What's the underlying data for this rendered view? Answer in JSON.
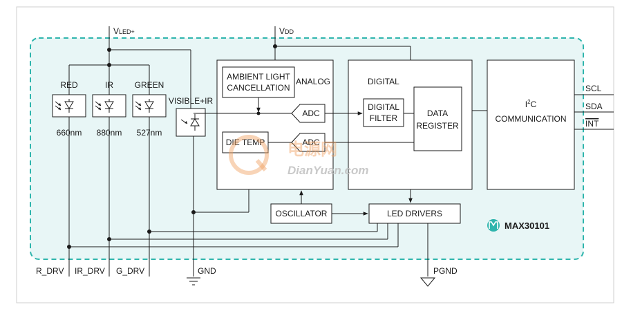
{
  "colors": {
    "background": "#ffffff",
    "chip_fill": "#e8f6f6",
    "chip_border": "#2fb5ad",
    "ink": "#1a1a1a",
    "logo": "#2fb5ad",
    "watermark_orange": "#f0a060"
  },
  "supply": {
    "vled": "V",
    "vled_sub": "LED+",
    "vdd": "V",
    "vdd_sub": "DD"
  },
  "leds": [
    {
      "name": "RED",
      "wavelength": "660nm"
    },
    {
      "name": "IR",
      "wavelength": "880nm"
    },
    {
      "name": "GREEN",
      "wavelength": "527nm"
    }
  ],
  "photodiode": {
    "label": "VISIBLE+IR"
  },
  "blocks": {
    "ambient_line1": "AMBIENT LIGHT",
    "ambient_line2": "CANCELLATION",
    "analog": "ANALOG",
    "adc_top": "ADC",
    "adc_bottom": "ADC",
    "die_temp": "DIE TEMP",
    "digital": "DIGITAL",
    "digital_filter_line1": "DIGITAL",
    "digital_filter_line2": "FILTER",
    "data_register_line1": "DATA",
    "data_register_line2": "REGISTER",
    "i2c_i": "I",
    "i2c_sup": "2",
    "i2c_c": "C",
    "communication": "COMMUNICATION",
    "oscillator": "OSCILLATOR",
    "led_drivers": "LED DRIVERS"
  },
  "pins": {
    "scl": "SCL",
    "sda": "SDA",
    "int": "INT",
    "r_drv": "R_DRV",
    "ir_drv": "IR_DRV",
    "g_drv": "G_DRV",
    "gnd": "GND",
    "pgnd": "PGND"
  },
  "chip": {
    "part_number": "MAX30101",
    "logo_icon": "maxim-logo-icon"
  },
  "watermark": {
    "cn": "电源网",
    "site": "DianYuan.com",
    "icon": "dianyuan-logo-icon"
  }
}
